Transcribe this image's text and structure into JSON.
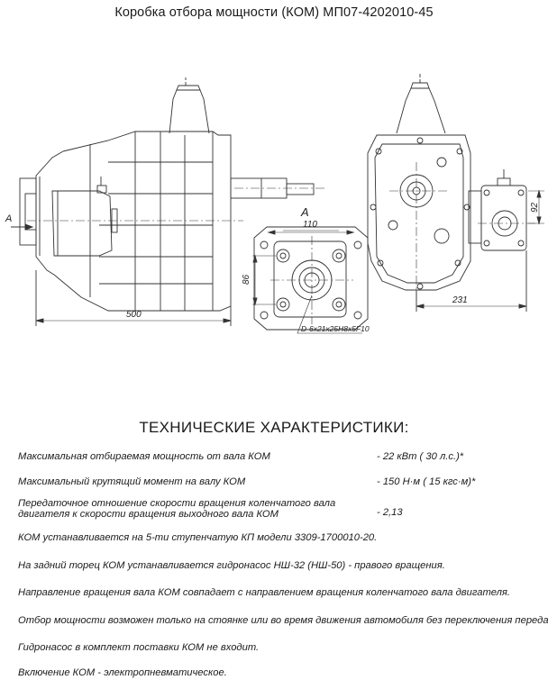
{
  "title": "Коробка отбора мощности (КОМ) МП07-4202010-45",
  "drawing": {
    "dim_500": "500",
    "dim_110": "110",
    "dim_86": "86",
    "dim_92": "92",
    "dim_231": "231",
    "view_a_label": "А",
    "arrow_a_label": "А",
    "spline_label": "D-6x21x25H8x5F10"
  },
  "specs_heading": "ТЕХНИЧЕСКИЕ ХАРАКТЕРИСТИКИ:",
  "specs": [
    {
      "label": "Максимальная отбираемая мощность от вала КОМ",
      "value": "-  22 кВт ( 30 л.с.)*"
    },
    {
      "label": "Максимальный крутящий момент на валу КОМ",
      "value": "-  150 Н·м ( 15 кгс·м)*"
    },
    {
      "label_line1": "Передаточное отношение скорости вращения коленчатого вала",
      "label_line2": "двигателя к скорости вращения выходного вала КОМ",
      "value": "-  2,13"
    }
  ],
  "notes": [
    "КОМ  устанавливается  на  5-ти ступенчатую КП модели  3309-1700010-20.",
    "На задний торец КОМ устанавливается гидронасос  НШ-32 (НШ-50) - правого вращения.",
    "Направление вращения вала  КОМ  совпадает с направлением вращения коленчатого вала двигателя.",
    "Отбор мощности возможен только на стоянке или во время движения автомобиля без переключения передач.",
    "Гидронасос  в комплект поставки  КОМ  не входит.",
    "Включение КОМ - электропневматическое."
  ]
}
